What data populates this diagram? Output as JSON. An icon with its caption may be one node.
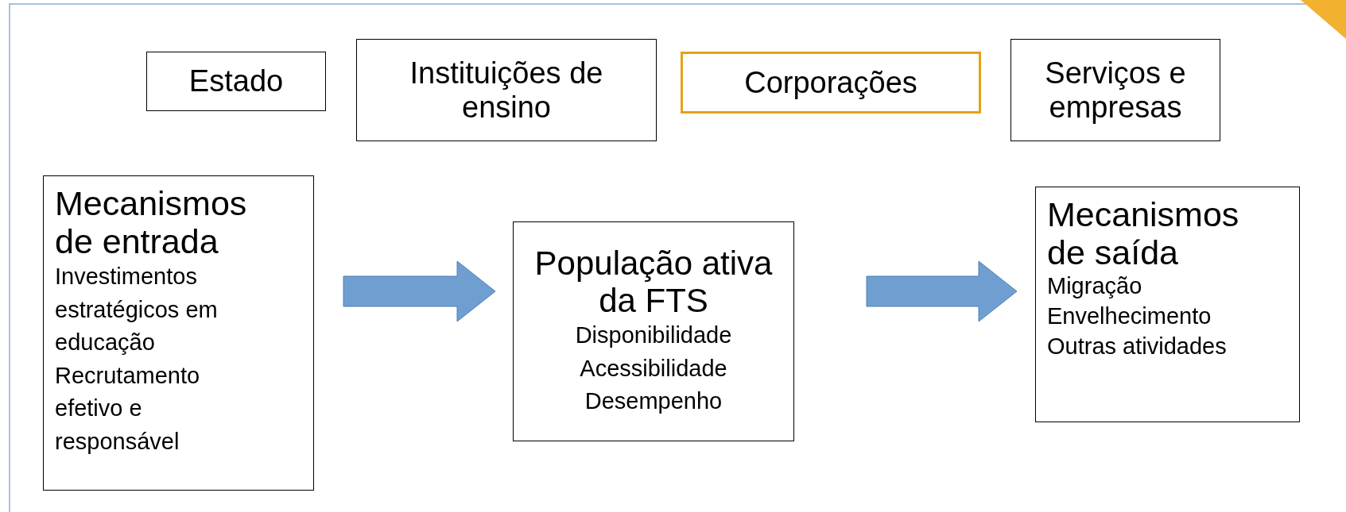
{
  "diagram": {
    "nodes": [
      {
        "text": [
          "Estado"
        ]
      },
      {
        "text": [
          "Instituições de ensino"
        ]
      },
      {
        "text": [
          "Corporações"
        ]
      },
      {
        "text": [
          "Serviços e empresas"
        ]
      },
      {
        "text": [
          "Mecanismos de entrada",
          "Investimentos estratégicos em educação",
          "Recrutamento efetivo e responsável"
        ]
      },
      {
        "text": [
          "População ativa da FTS",
          "Disponibilidade",
          "Acessibilidade",
          "Desempenho"
        ]
      },
      {
        "text": [
          "Mecanismos de saída",
          "Migração",
          "Envelhecimento",
          "Outras atividades"
        ]
      }
    ],
    "edges": [
      {
        "from": 4,
        "to": 5,
        "arrow": "to"
      },
      {
        "from": 5,
        "to": 6,
        "arrow": "to"
      }
    ]
  }
}
